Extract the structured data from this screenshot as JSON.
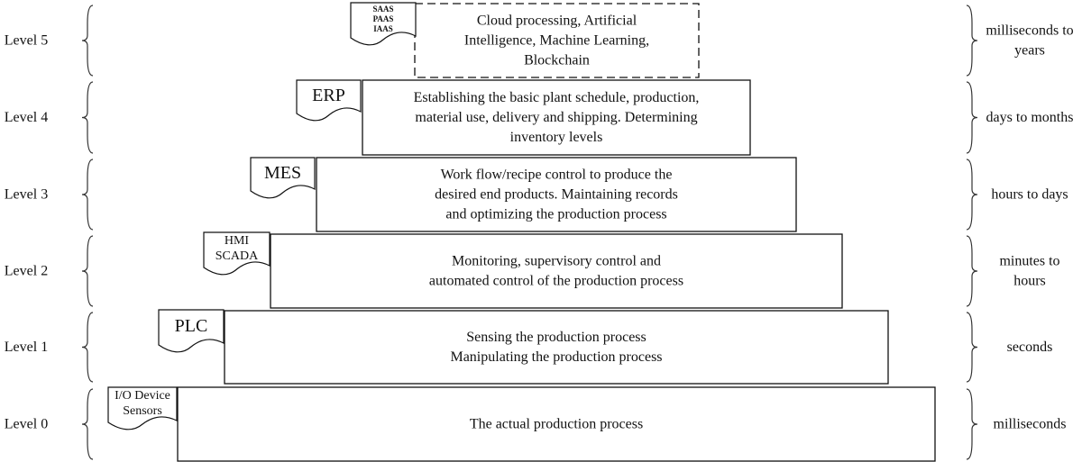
{
  "levels": [
    {
      "label": "Level 5",
      "system": [
        "SAAS",
        "PAAS",
        "IAAS"
      ],
      "description": [
        "Cloud processing, Artificial",
        "Intelligence, Machine Learning,",
        "Blockchain"
      ],
      "time": [
        "milliseconds to",
        "years"
      ]
    },
    {
      "label": "Level 4",
      "system": [
        "ERP"
      ],
      "description": [
        "Establishing the basic plant schedule, production,",
        "material use, delivery and shipping. Determining",
        "inventory levels"
      ],
      "time": [
        "days to months"
      ]
    },
    {
      "label": "Level 3",
      "system": [
        "MES"
      ],
      "description": [
        "Work flow/recipe control to produce the",
        "desired end products. Maintaining records",
        "and optimizing the production process"
      ],
      "time": [
        "hours to days"
      ]
    },
    {
      "label": "Level 2",
      "system": [
        "HMI",
        "SCADA"
      ],
      "description": [
        "Monitoring, supervisory control and",
        "automated control of the production process"
      ],
      "time": [
        "minutes to",
        "hours"
      ]
    },
    {
      "label": "Level 1",
      "system": [
        "PLC"
      ],
      "description": [
        "Sensing the production process",
        "Manipulating the production process"
      ],
      "time": [
        "seconds"
      ]
    },
    {
      "label": "Level 0",
      "system": [
        "I/O Device",
        "Sensors"
      ],
      "description": [
        "The actual production process"
      ],
      "time": [
        "milliseconds"
      ]
    }
  ]
}
